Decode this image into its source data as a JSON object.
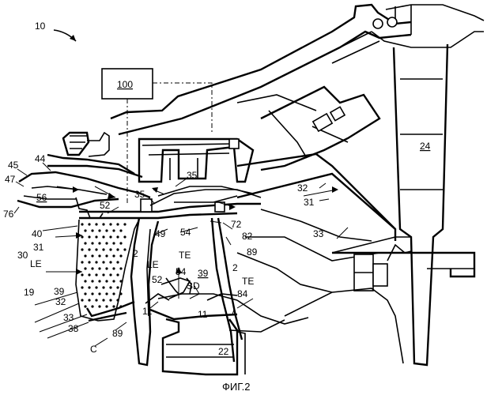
{
  "figure": {
    "caption": "ФИГ.2",
    "reference_numeral": "10",
    "control_box_label": "100"
  },
  "labels": {
    "n24": "24",
    "n44": "44",
    "n45": "45",
    "n47": "47",
    "n56": "56",
    "n76": "76",
    "n40": "40",
    "n31a": "31",
    "n30": "30",
    "LE_left": "LE",
    "n19": "19",
    "n39a": "39",
    "n32a": "32",
    "n33a": "33",
    "n38": "38",
    "C": "C",
    "n89a": "89",
    "n11a": "11",
    "n52a": "52",
    "n35a": "35",
    "n35b": "35",
    "n52b": "52",
    "n49": "49",
    "n54a": "54",
    "n2a": "2",
    "LE_mid": "LE",
    "TE_a": "TE",
    "n54b": "54",
    "n39b": "39",
    "n2b": "2",
    "TE_b": "TE",
    "SD": "SD",
    "n84": "84",
    "n11b": "11",
    "n22": "22",
    "n72": "72",
    "n82": "82",
    "n89b": "89",
    "n32b": "32",
    "n31b": "31",
    "n33b": "33"
  }
}
